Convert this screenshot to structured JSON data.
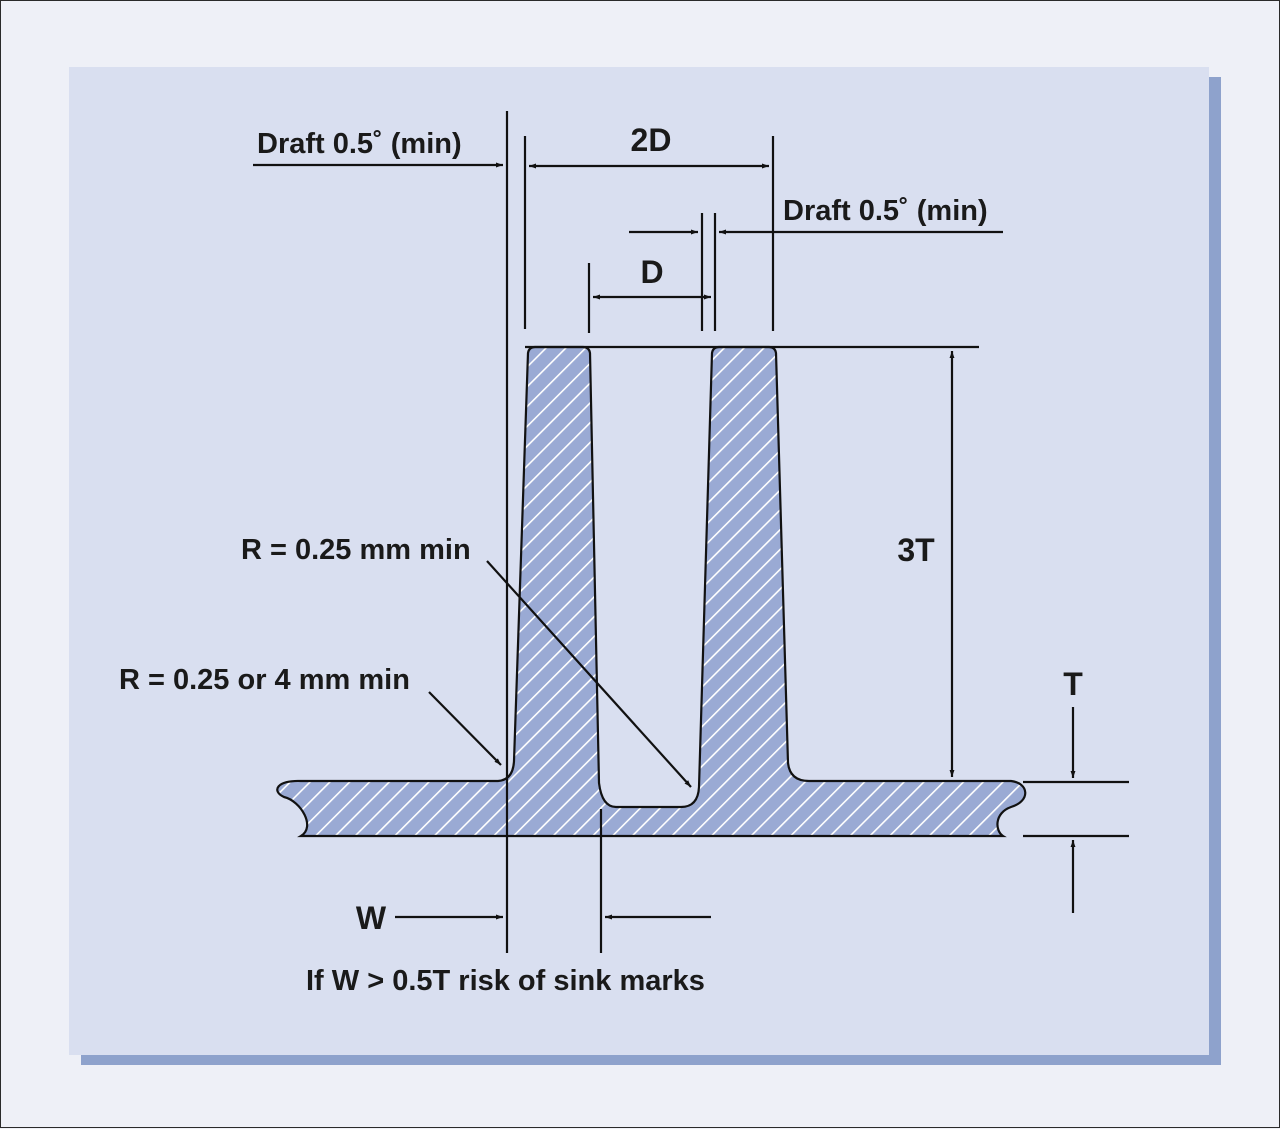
{
  "colors": {
    "page": "#eef0f7",
    "panel": "#d9dff0",
    "panel_shadow": "#8ea2cc",
    "section_fill": "#9aaad4",
    "hatch": "#ffffff",
    "ink": "#111111"
  },
  "labels": {
    "draft_left": "Draft 0.5˚ (min)",
    "width_2d": "2D",
    "draft_right": "Draft 0.5˚ (min)",
    "width_d": "D",
    "height_3t": "3T",
    "radius_inner": "R = 0.25 mm min",
    "radius_outer": "R = 0.25 or 4 mm min",
    "thickness_t": "T",
    "wall_w": "W",
    "sink_note": "If W > 0.5T risk of sink marks"
  }
}
